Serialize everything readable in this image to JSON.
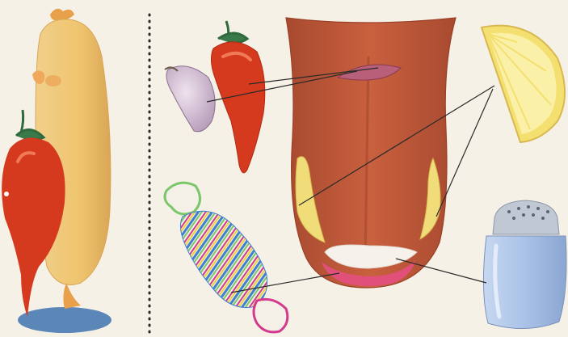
{
  "illustration": {
    "left_panel": {
      "characters": [
        {
          "name": "sausage-character"
        },
        {
          "name": "chili-pepper-character"
        }
      ]
    },
    "right_panel": {
      "tongue": {
        "taste_zones": [
          {
            "name": "bitter-zone",
            "fill": "#b8607a",
            "connected_foods": [
              "garlic",
              "red-pepper"
            ]
          },
          {
            "name": "sour-zone-left",
            "fill": "#f0dc78",
            "connected_foods": [
              "lemon"
            ]
          },
          {
            "name": "sour-zone-right",
            "fill": "#f0dc78",
            "connected_foods": [
              "lemon"
            ]
          },
          {
            "name": "salty-zone",
            "fill": "#f6f1ea",
            "connected_foods": [
              "salt-shaker"
            ]
          },
          {
            "name": "sweet-zone",
            "fill": "#e0507a",
            "connected_foods": [
              "candy"
            ]
          }
        ]
      },
      "foods": [
        "garlic",
        "red-pepper",
        "candy",
        "lemon",
        "salt-shaker"
      ]
    }
  },
  "colors": {
    "paper": "#f6f1e6",
    "tongue": "#c9603e",
    "tongue_dark": "#a84a30",
    "pepper_red": "#d63a1e",
    "sausage": "#efc46e",
    "lemon": "#f4e070",
    "salt_glass": "#a9c2e6",
    "pointer_line": "#2a2a2a"
  }
}
